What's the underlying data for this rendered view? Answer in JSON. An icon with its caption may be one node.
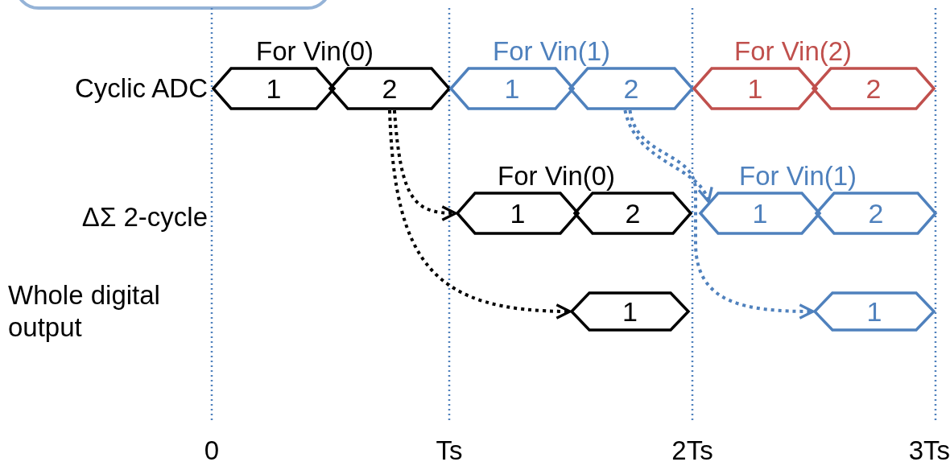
{
  "diagram": {
    "nodes": [
      {
        "text": [
          "1"
        ]
      },
      {
        "text": [
          "2"
        ]
      },
      {
        "text": [
          "1"
        ]
      },
      {
        "text": [
          "2"
        ]
      },
      {
        "text": [
          "1"
        ]
      },
      {
        "text": [
          "2"
        ]
      },
      {
        "text": [
          "1"
        ]
      },
      {
        "text": [
          "2"
        ]
      },
      {
        "text": [
          "1"
        ]
      },
      {
        "text": [
          "2"
        ]
      },
      {
        "text": [
          "1"
        ]
      },
      {
        "text": [
          "1"
        ]
      }
    ],
    "edges": [
      {
        "from": 1,
        "to": 6,
        "arrow": "to",
        "style": "dashed"
      },
      {
        "from": 1,
        "to": 10,
        "arrow": "to",
        "style": "dashed"
      },
      {
        "from": 3,
        "to": 8,
        "arrow": "to",
        "style": "dashed",
        "color": "#4f81bd"
      },
      {
        "from": 3,
        "to": 11,
        "arrow": "to",
        "style": "dashed",
        "color": "#4f81bd"
      }
    ],
    "labels": [
      "For Vin(0)",
      "For Vin(1)",
      "For Vin(2)",
      "Cyclic ADC",
      "For Vin(0)",
      "For Vin(1)",
      "ΔΣ 2-cycle",
      "Whole digital output",
      "0",
      "Ts",
      "2Ts",
      "3Ts"
    ]
  }
}
